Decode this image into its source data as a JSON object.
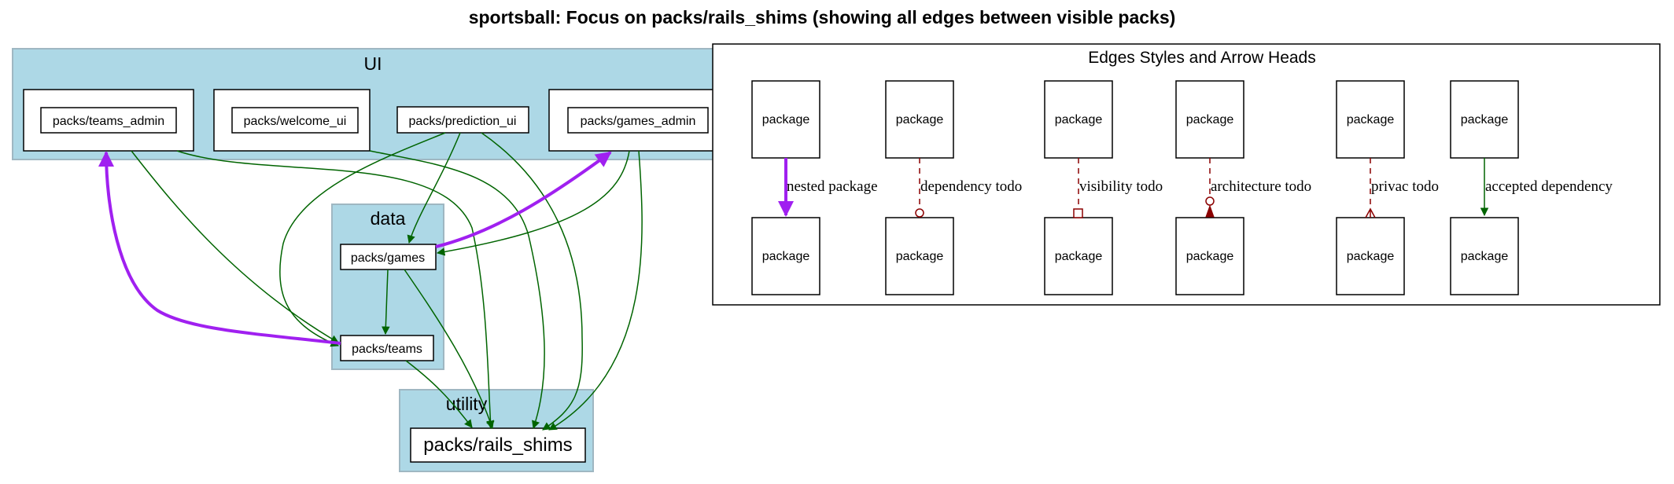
{
  "title": "sportsball: Focus on packs/rails_shims (showing all edges between visible packs)",
  "clusters": {
    "ui": "UI",
    "data": "data",
    "utility": "utility"
  },
  "packs": {
    "teams_admin": "packs/teams_admin",
    "welcome_ui": "packs/welcome_ui",
    "prediction_ui": "packs/prediction_ui",
    "games_admin": "packs/games_admin",
    "games": "packs/games",
    "teams": "packs/teams",
    "rails_shims": "packs/rails_shims"
  },
  "legend": {
    "title": "Edges Styles and Arrow Heads",
    "node_label": "package",
    "edges": [
      {
        "label": "nested package",
        "style": "solid-bold",
        "color": "#a020f0",
        "head": "normal"
      },
      {
        "label": "dependency todo",
        "style": "dashed",
        "color": "#8b0000",
        "head": "odot"
      },
      {
        "label": "visibility todo",
        "style": "dashed",
        "color": "#8b0000",
        "head": "obox"
      },
      {
        "label": "architecture todo",
        "style": "dashed",
        "color": "#8b0000",
        "head": "dotnormal"
      },
      {
        "label": "privac todo",
        "style": "dashed",
        "color": "#8b0000",
        "head": "crow"
      },
      {
        "label": "accepted dependency",
        "style": "solid",
        "color": "#006400",
        "head": "normal"
      }
    ]
  },
  "colors": {
    "cluster_fill": "#add8e6",
    "cluster_border": "#9fb7c2",
    "dependency": "#006400",
    "nested": "#a020f0",
    "todo": "#8b0000"
  }
}
